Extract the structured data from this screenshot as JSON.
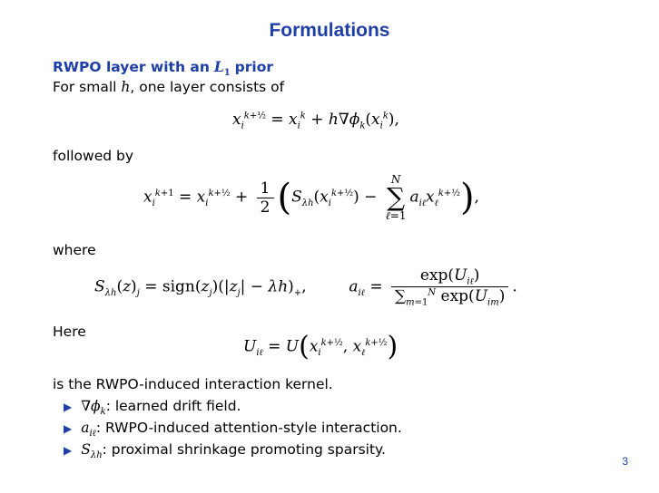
{
  "slide": {
    "title": "Formulations",
    "section_heading_text": "RWPO layer with an",
    "section_heading_math": "L",
    "section_heading_sub": "1",
    "section_heading_tail": "prior",
    "intro_pre": "For small",
    "intro_var": "h",
    "intro_post": ", one layer consists of",
    "followed_by": "followed by",
    "where": "where",
    "here": "Here",
    "kernel_sentence": "is the RWPO-induced interaction kernel.",
    "bullets": [
      {
        "sym": "∇ϕ",
        "sub": "k",
        "text": ": learned drift field."
      },
      {
        "sym": "a",
        "sub": "iℓ",
        "text": ": RWPO-induced attention-style interaction."
      },
      {
        "sym": "S",
        "sub": "λh",
        "text": ": proximal shrinkage promoting sparsity."
      }
    ],
    "page_number": "3"
  }
}
